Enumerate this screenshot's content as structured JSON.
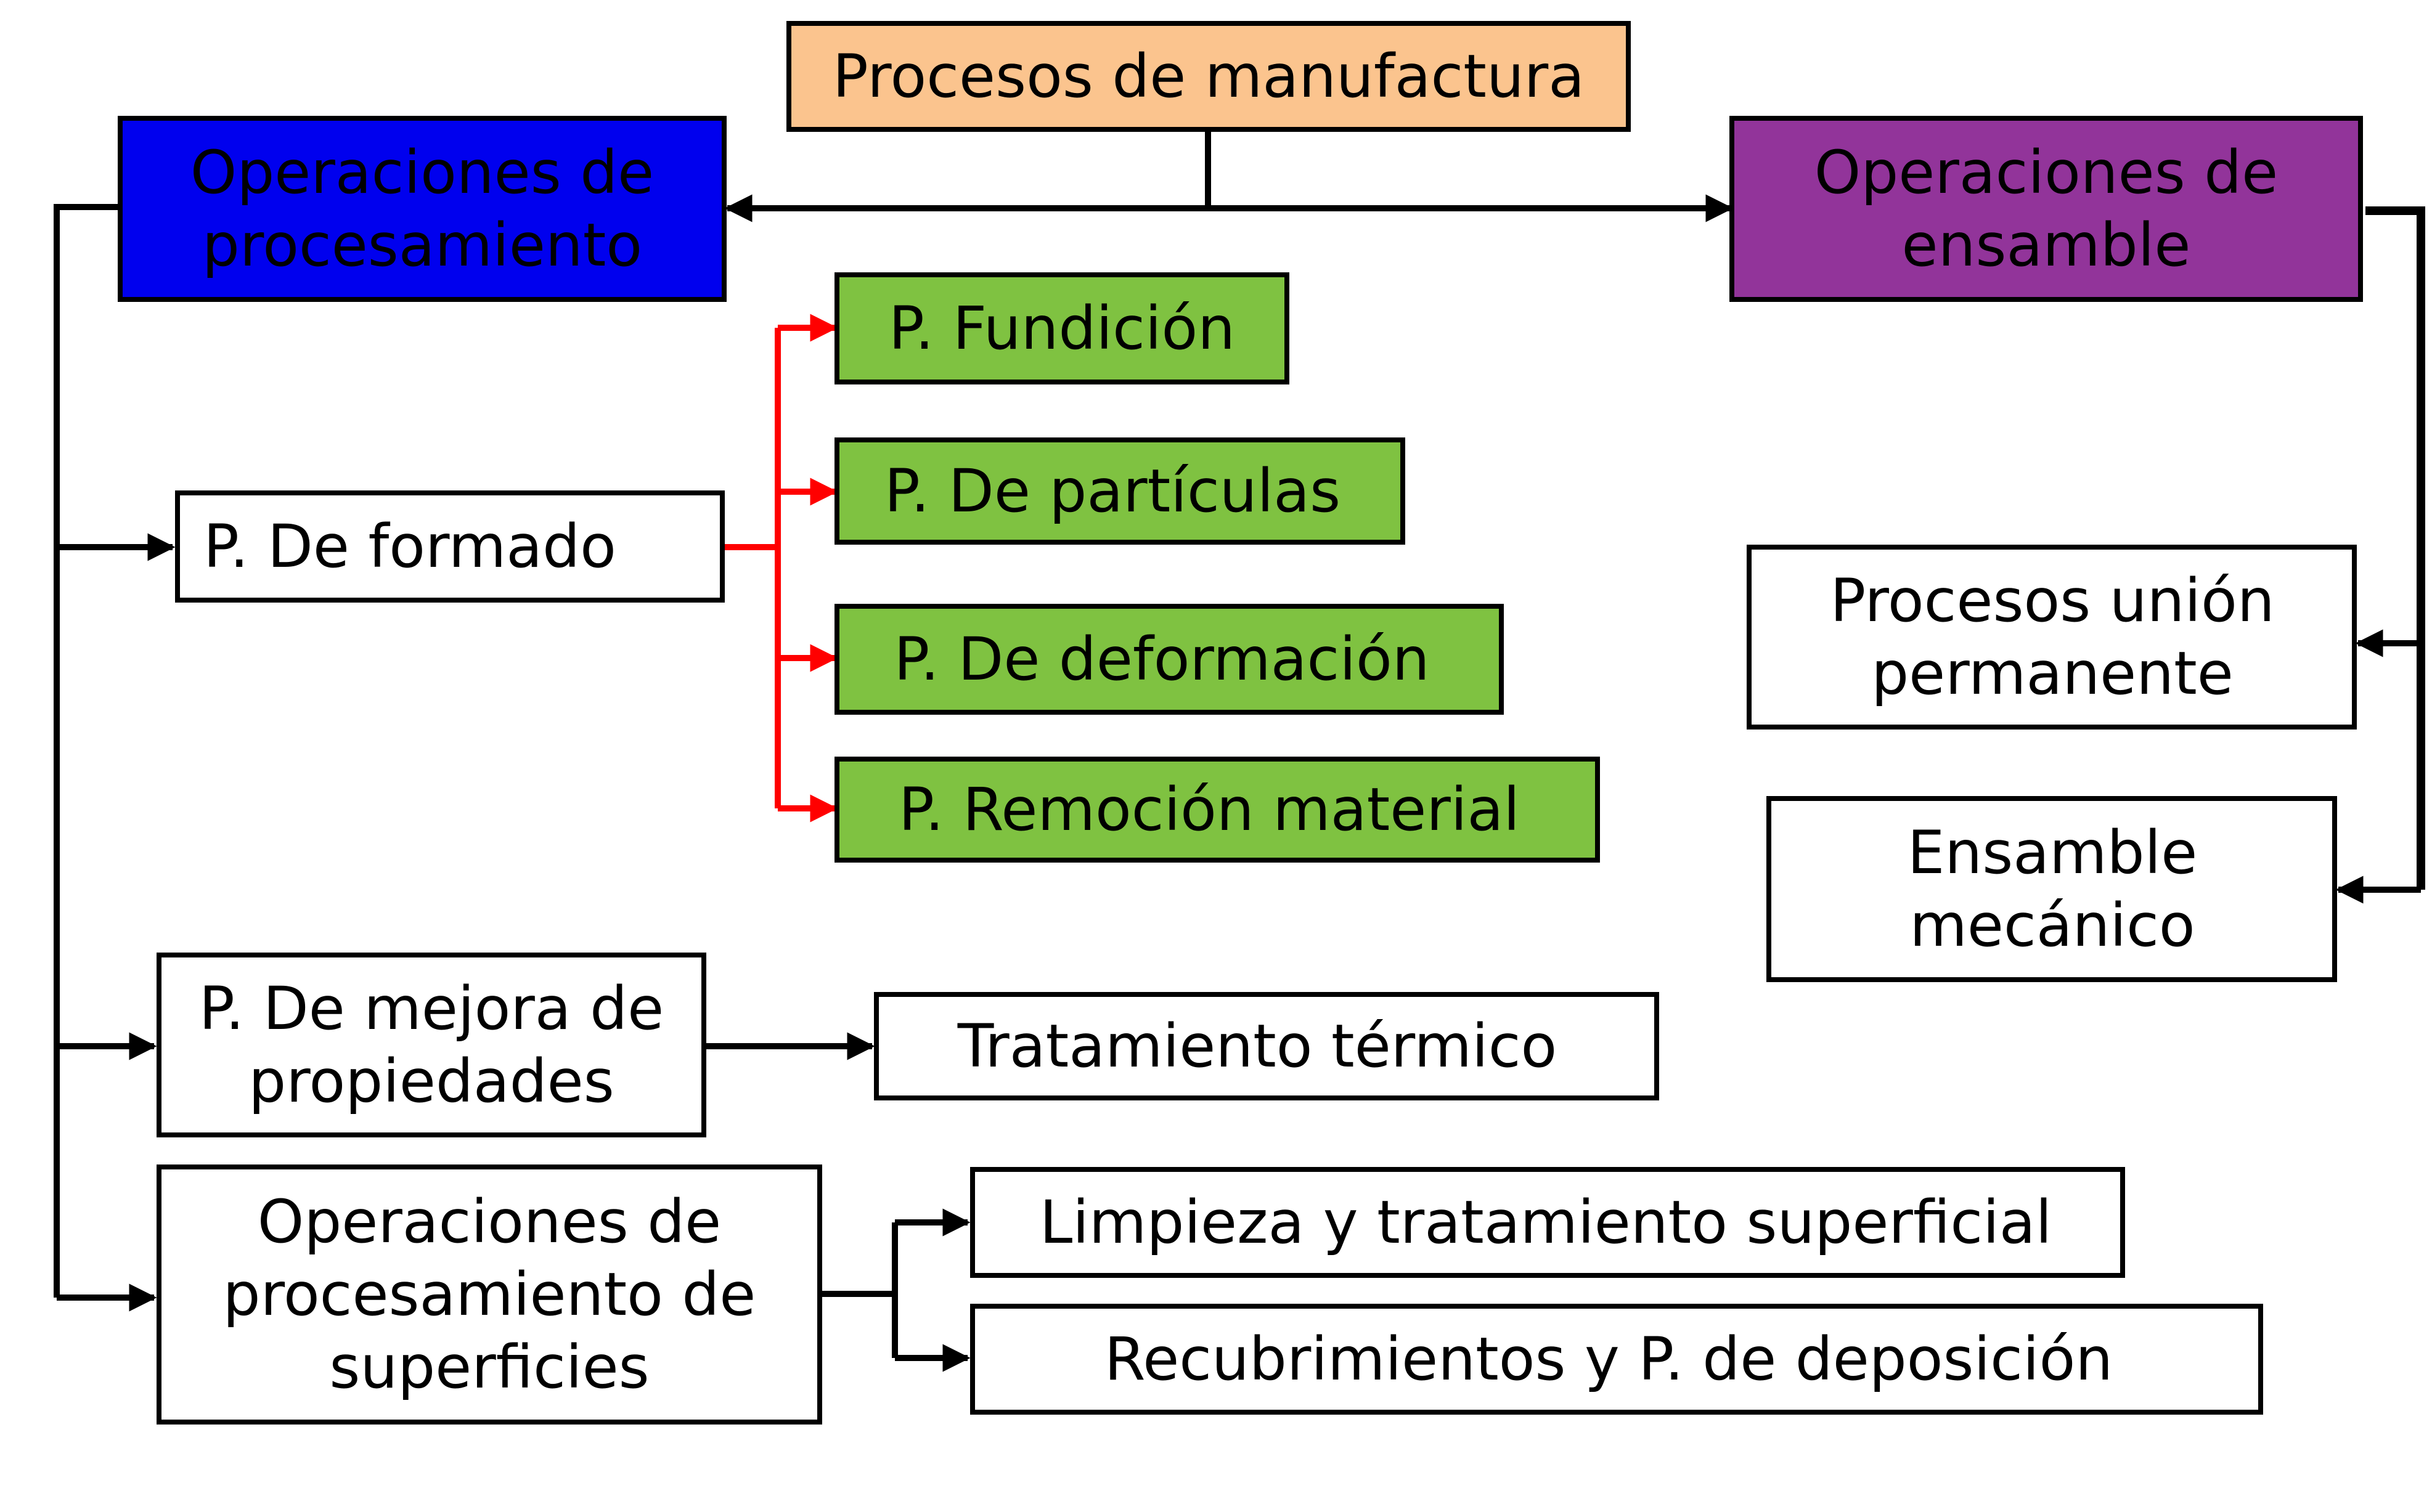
{
  "colors": {
    "root_fill": "#FBC48E",
    "processing_fill": "#0000EE",
    "assembly_fill": "#92349A",
    "green_fill": "#7FC241",
    "plain_fill": "#FFFFFF",
    "stroke": "#000000",
    "red_connector": "#FF0000"
  },
  "nodes": {
    "root": {
      "lines": [
        "Procesos de manufactura"
      ]
    },
    "processing": {
      "lines": [
        "Operaciones de",
        "procesamiento"
      ]
    },
    "assembly": {
      "lines": [
        "Operaciones de",
        "ensamble"
      ]
    },
    "forming": {
      "lines": [
        "P. De formado"
      ]
    },
    "casting": {
      "lines": [
        "P. Fundición"
      ]
    },
    "particulate": {
      "lines": [
        "P. De partículas"
      ]
    },
    "deformation": {
      "lines": [
        "P. De deformación"
      ]
    },
    "material_removal": {
      "lines": [
        "P. Remoción material"
      ]
    },
    "property_enhancing": {
      "lines": [
        "P. De mejora de",
        "propiedades"
      ]
    },
    "heat_treatment": {
      "lines": [
        "Tratamiento térmico"
      ]
    },
    "surface_processing": {
      "lines": [
        "Operaciones de",
        "procesamiento de",
        "superficies"
      ]
    },
    "cleaning": {
      "lines": [
        "Limpieza y tratamiento superficial"
      ]
    },
    "coating": {
      "lines": [
        "Recubrimientos y P. de deposición"
      ]
    },
    "permanent_joining": {
      "lines": [
        "Procesos unión",
        "permanente"
      ]
    },
    "mechanical_assembly": {
      "lines": [
        "Ensamble",
        "mecánico"
      ]
    }
  }
}
